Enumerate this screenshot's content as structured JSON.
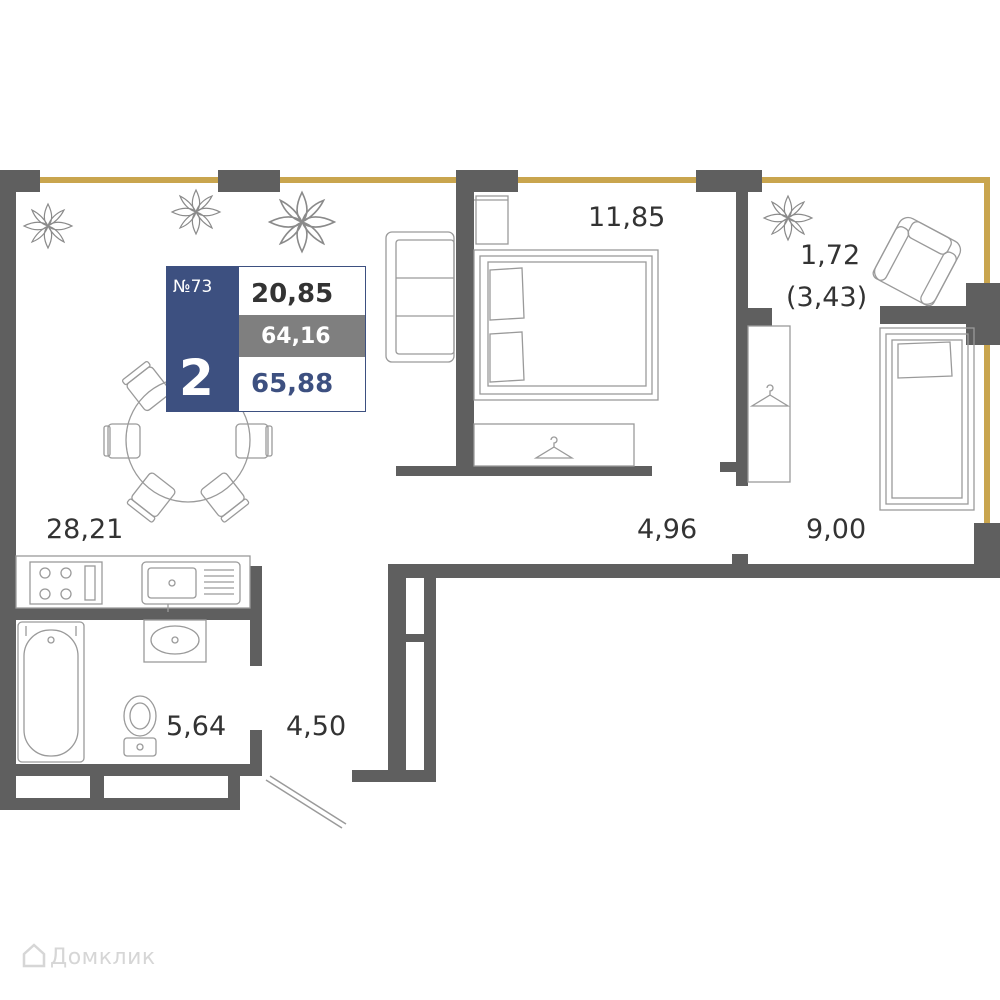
{
  "apartment": {
    "number_label": "№73",
    "rooms": "2",
    "living_area": "20,85",
    "total_area": "64,16",
    "full_area": "65,88"
  },
  "rooms": {
    "living_room": "28,21",
    "bedroom": "11,85",
    "balcony": "1,72",
    "balcony_full": "(3,43)",
    "corridor": "4,96",
    "bedroom_small": "9,00",
    "bathroom": "5,64",
    "hallway": "4,50"
  },
  "watermark": "Домклик",
  "colors": {
    "wall": "#5f5f5f",
    "window": "#c9a54e",
    "accent": "#3d5080",
    "furniture": "#9a9a9a"
  },
  "icons": [
    "plant-icon",
    "hanger-icon",
    "armchair-icon",
    "bed-icon",
    "sofa-icon",
    "stove-icon",
    "sink-icon",
    "toilet-icon",
    "bathtub-icon",
    "door-icon",
    "house-icon"
  ]
}
